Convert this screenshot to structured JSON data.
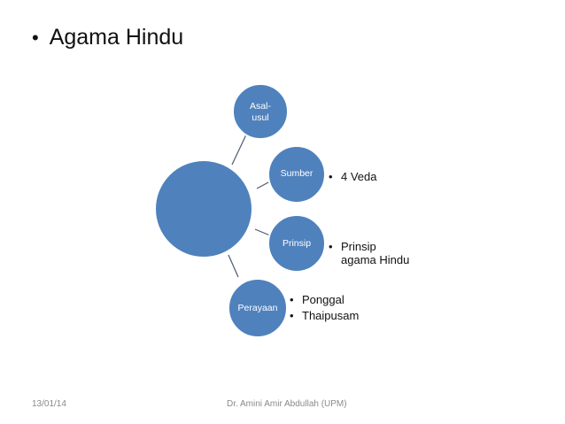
{
  "title": {
    "bullet": "•",
    "text": "Agama Hindu"
  },
  "diagram": {
    "colors": {
      "node_fill": "#4F81BD",
      "node_stroke": "#FFFFFF",
      "connector": "#4A5A72"
    },
    "center": {
      "label": ""
    },
    "nodes": [
      {
        "id": "asal-usul",
        "label_lines": [
          "Asal-",
          "usul"
        ],
        "notes": []
      },
      {
        "id": "sumber",
        "label_lines": [
          "Sumber"
        ],
        "notes": [
          "4 Veda"
        ]
      },
      {
        "id": "prinsip",
        "label_lines": [
          "Prinsip"
        ],
        "notes": [
          "Prinsip agama Hindu"
        ]
      },
      {
        "id": "perayaan",
        "label_lines": [
          "Perayaan"
        ],
        "notes": [
          "Ponggal",
          "Thaipusam"
        ]
      }
    ]
  },
  "notes": {
    "sumber": {
      "bullet": "•",
      "items": [
        "4 Veda"
      ]
    },
    "prinsip": {
      "bullet": "•",
      "line1": "Prinsip",
      "line2": "agama Hindu"
    },
    "perayaan": {
      "bullet": "•",
      "items": [
        "Ponggal",
        "Thaipusam"
      ]
    }
  },
  "footer": {
    "date": "13/01/14",
    "author": "Dr. Amini Amir Abdullah (UPM)"
  }
}
